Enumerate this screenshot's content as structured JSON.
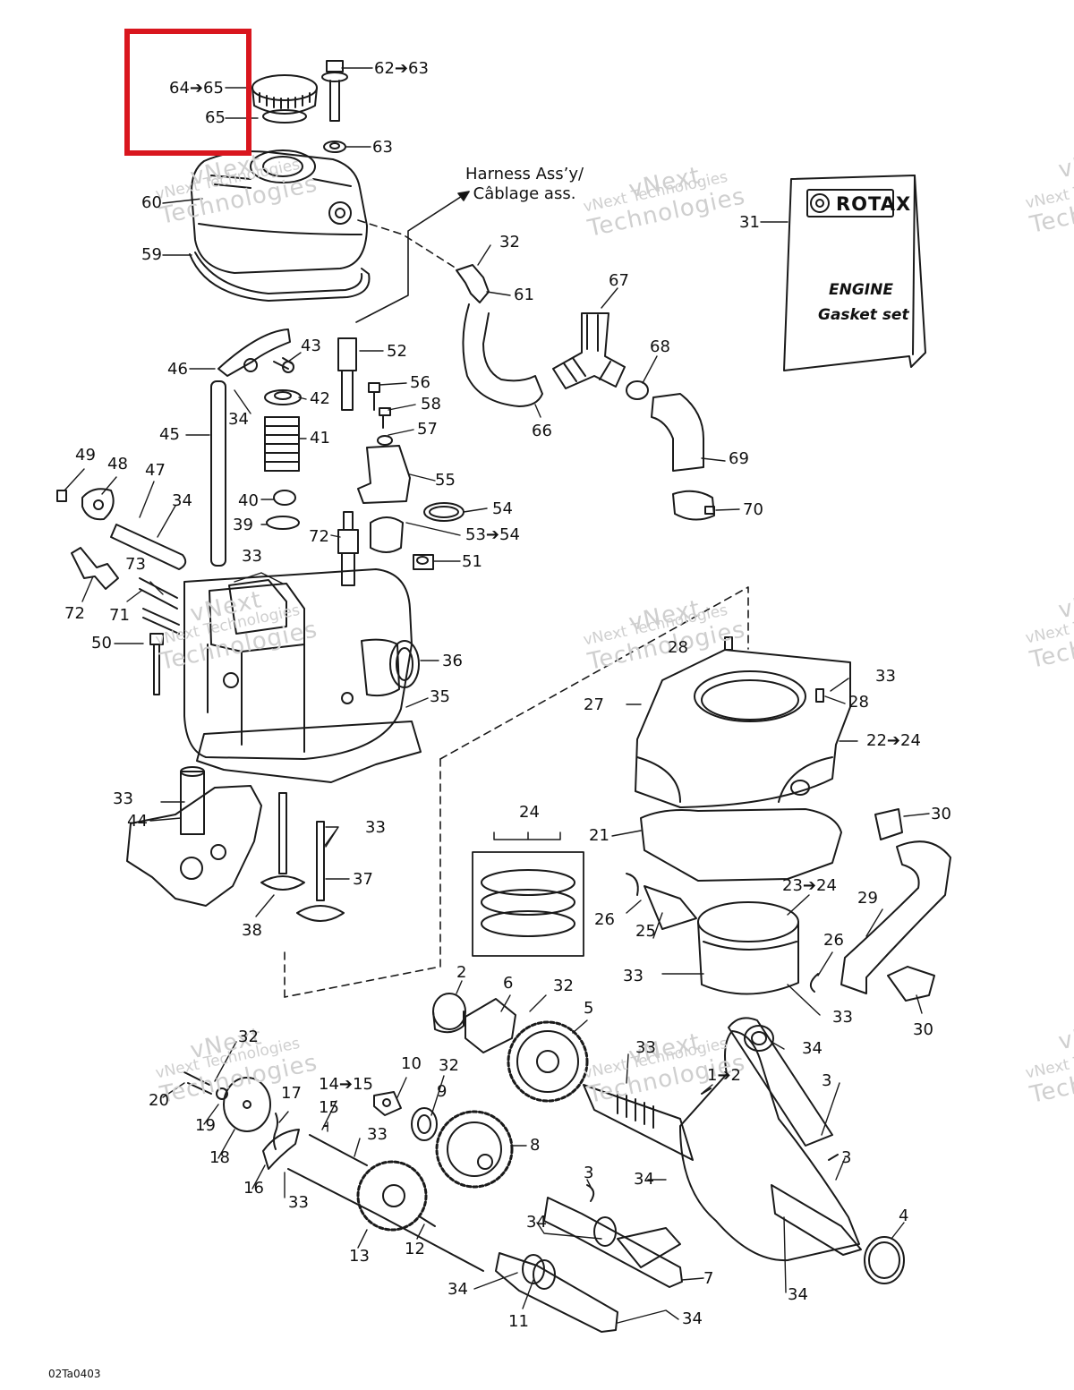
{
  "highlight_color": "#d9161e",
  "drawing_code": "02Ta0403",
  "harness_note": {
    "line1": "Harness Ass’y/",
    "line2": "Câblage ass."
  },
  "booklet": {
    "brand": "ROTAX",
    "title1": "ENGINE",
    "title2": "Gasket set"
  },
  "watermark": {
    "line1": "vNext Technologies",
    "line2": "vNext",
    "line3": "Technologies"
  },
  "callouts": [
    {
      "text": "64➔65"
    },
    {
      "text": "65"
    },
    {
      "text": "62➔63"
    },
    {
      "text": "63"
    },
    {
      "text": "60"
    },
    {
      "text": "59"
    },
    {
      "text": "31"
    },
    {
      "text": "32"
    },
    {
      "text": "61"
    },
    {
      "text": "67"
    },
    {
      "text": "68"
    },
    {
      "text": "66"
    },
    {
      "text": "69"
    },
    {
      "text": "70"
    },
    {
      "text": "43"
    },
    {
      "text": "46"
    },
    {
      "text": "42"
    },
    {
      "text": "34"
    },
    {
      "text": "41"
    },
    {
      "text": "45"
    },
    {
      "text": "52"
    },
    {
      "text": "56"
    },
    {
      "text": "58"
    },
    {
      "text": "57"
    },
    {
      "text": "55"
    },
    {
      "text": "54"
    },
    {
      "text": "53➔54"
    },
    {
      "text": "51"
    },
    {
      "text": "49"
    },
    {
      "text": "48"
    },
    {
      "text": "47"
    },
    {
      "text": "34"
    },
    {
      "text": "40"
    },
    {
      "text": "39"
    },
    {
      "text": "72"
    },
    {
      "text": "33"
    },
    {
      "text": "73"
    },
    {
      "text": "72"
    },
    {
      "text": "71"
    },
    {
      "text": "50"
    },
    {
      "text": "36"
    },
    {
      "text": "35"
    },
    {
      "text": "28"
    },
    {
      "text": "33"
    },
    {
      "text": "27"
    },
    {
      "text": "28"
    },
    {
      "text": "22➔24"
    },
    {
      "text": "33"
    },
    {
      "text": "44"
    },
    {
      "text": "33"
    },
    {
      "text": "37"
    },
    {
      "text": "38"
    },
    {
      "text": "24"
    },
    {
      "text": "21"
    },
    {
      "text": "30"
    },
    {
      "text": "23➔24"
    },
    {
      "text": "26"
    },
    {
      "text": "25"
    },
    {
      "text": "29"
    },
    {
      "text": "33"
    },
    {
      "text": "26"
    },
    {
      "text": "33"
    },
    {
      "text": "30"
    },
    {
      "text": "2"
    },
    {
      "text": "6"
    },
    {
      "text": "32"
    },
    {
      "text": "5"
    },
    {
      "text": "33"
    },
    {
      "text": "34"
    },
    {
      "text": "32"
    },
    {
      "text": "20"
    },
    {
      "text": "19"
    },
    {
      "text": "18"
    },
    {
      "text": "17"
    },
    {
      "text": "14➔15"
    },
    {
      "text": "15"
    },
    {
      "text": "10"
    },
    {
      "text": "32"
    },
    {
      "text": "9"
    },
    {
      "text": "33"
    },
    {
      "text": "8"
    },
    {
      "text": "16"
    },
    {
      "text": "33"
    },
    {
      "text": "3"
    },
    {
      "text": "1➔2"
    },
    {
      "text": "3"
    },
    {
      "text": "3"
    },
    {
      "text": "34"
    },
    {
      "text": "4"
    },
    {
      "text": "13"
    },
    {
      "text": "12"
    },
    {
      "text": "34"
    },
    {
      "text": "7"
    },
    {
      "text": "34"
    },
    {
      "text": "11"
    },
    {
      "text": "34"
    },
    {
      "text": "34"
    }
  ]
}
